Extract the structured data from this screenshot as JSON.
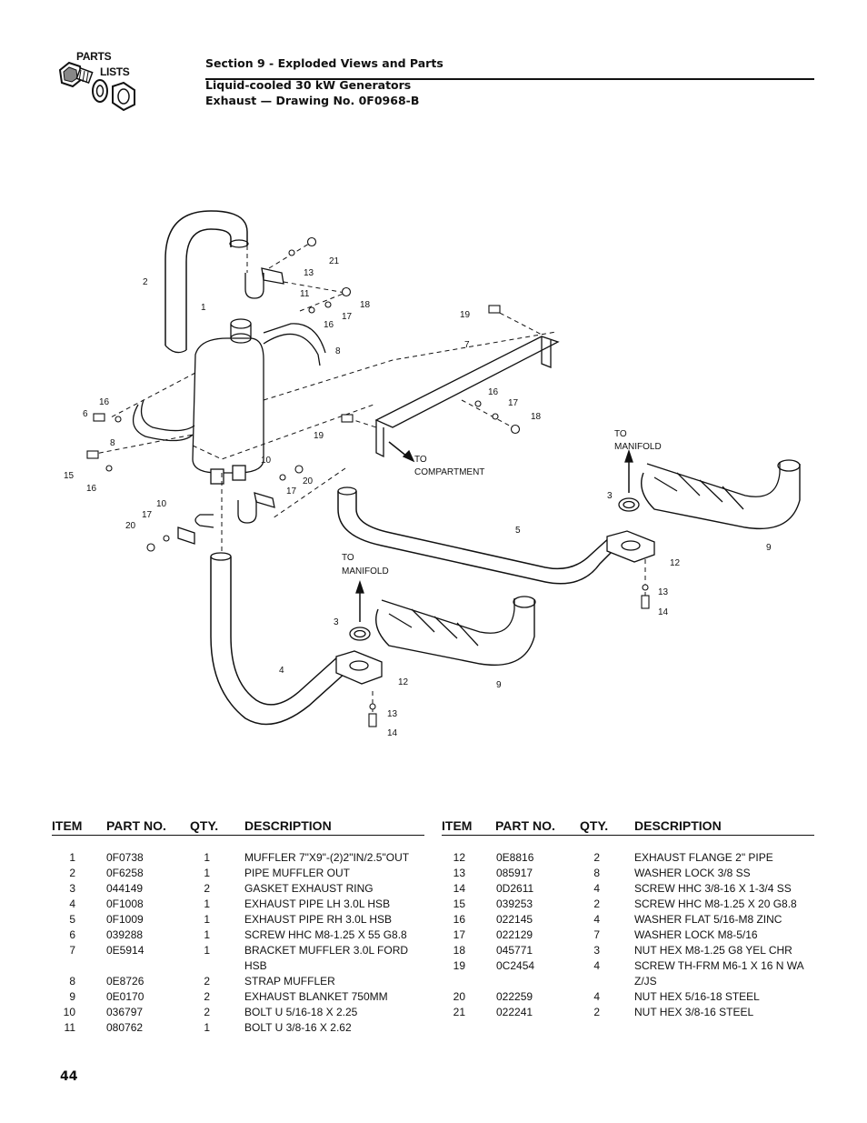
{
  "logo": {
    "line1": "PARTS",
    "line2": "LISTS",
    "icon": "bolt-nut-washer-icon"
  },
  "header": {
    "section": "Section 9 - Exploded Views and Parts",
    "title": "Liquid-cooled 30 kW Generators",
    "drawing": "Exhaust — Drawing No. 0F0968-B"
  },
  "drawing": {
    "callouts": [
      "1",
      "2",
      "3",
      "4",
      "5",
      "6",
      "7",
      "8",
      "9",
      "10",
      "11",
      "12",
      "13",
      "14",
      "15",
      "16",
      "17",
      "18",
      "19",
      "20",
      "21"
    ],
    "to_manifold_line1": "TO",
    "to_manifold_line2": "MANIFOLD",
    "to_compartment_line1": "TO",
    "to_compartment_line2": "COMPARTMENT"
  },
  "table": {
    "headers": {
      "item": "ITEM",
      "part": "PART NO.",
      "qty": "QTY.",
      "desc": "DESCRIPTION"
    },
    "left": [
      {
        "item": "1",
        "part": "0F0738",
        "qty": "1",
        "desc": "MUFFLER 7\"X9\"-(2)2\"IN/2.5\"OUT"
      },
      {
        "item": "2",
        "part": "0F6258",
        "qty": "1",
        "desc": "PIPE MUFFLER OUT"
      },
      {
        "item": "3",
        "part": "044149",
        "qty": "2",
        "desc": "GASKET EXHAUST RING"
      },
      {
        "item": "4",
        "part": "0F1008",
        "qty": "1",
        "desc": "EXHAUST PIPE LH 3.0L HSB"
      },
      {
        "item": "5",
        "part": "0F1009",
        "qty": "1",
        "desc": "EXHAUST PIPE RH 3.0L HSB"
      },
      {
        "item": "6",
        "part": "039288",
        "qty": "1",
        "desc": "SCREW HHC M8-1.25 X 55 G8.8"
      },
      {
        "item": "7",
        "part": "0E5914",
        "qty": "1",
        "desc": "BRACKET MUFFLER 3.0L FORD HSB"
      },
      {
        "item": "8",
        "part": "0E8726",
        "qty": "2",
        "desc": "STRAP MUFFLER"
      },
      {
        "item": "9",
        "part": "0E0170",
        "qty": "2",
        "desc": "EXHAUST BLANKET 750MM"
      },
      {
        "item": "10",
        "part": "036797",
        "qty": "2",
        "desc": "BOLT U 5/16-18 X 2.25"
      },
      {
        "item": "11",
        "part": "080762",
        "qty": "1",
        "desc": "BOLT U 3/8-16 X 2.62"
      }
    ],
    "right": [
      {
        "item": "12",
        "part": "0E8816",
        "qty": "2",
        "desc": "EXHAUST FLANGE 2\" PIPE"
      },
      {
        "item": "13",
        "part": "085917",
        "qty": "8",
        "desc": "WASHER LOCK 3/8 SS"
      },
      {
        "item": "14",
        "part": "0D2611",
        "qty": "4",
        "desc": "SCREW HHC 3/8-16 X 1-3/4 SS"
      },
      {
        "item": "15",
        "part": "039253",
        "qty": "2",
        "desc": "SCREW HHC M8-1.25 X 20 G8.8"
      },
      {
        "item": "16",
        "part": "022145",
        "qty": "4",
        "desc": "WASHER FLAT 5/16-M8 ZINC"
      },
      {
        "item": "17",
        "part": "022129",
        "qty": "7",
        "desc": "WASHER LOCK M8-5/16"
      },
      {
        "item": "18",
        "part": "045771",
        "qty": "3",
        "desc": "NUT HEX M8-1.25 G8 YEL CHR"
      },
      {
        "item": "19",
        "part": "0C2454",
        "qty": "4",
        "desc": "SCREW TH-FRM M6-1 X 16 N WA Z/JS"
      },
      {
        "item": "20",
        "part": "022259",
        "qty": "4",
        "desc": "NUT HEX 5/16-18 STEEL"
      },
      {
        "item": "21",
        "part": "022241",
        "qty": "2",
        "desc": "NUT HEX 3/8-16 STEEL"
      }
    ]
  },
  "page_number": "44"
}
